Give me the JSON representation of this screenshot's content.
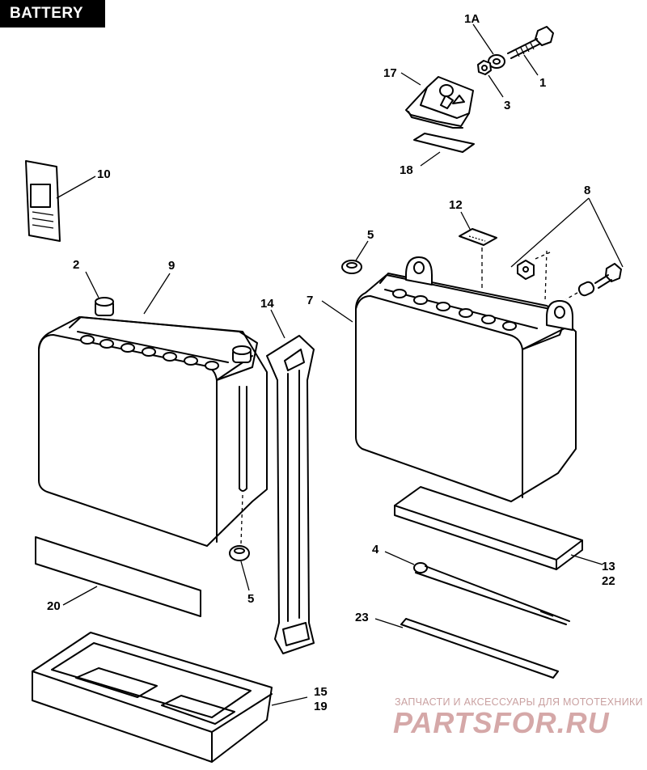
{
  "title": "BATTERY",
  "callouts": [
    {
      "id": "1A",
      "text": "1A"
    },
    {
      "id": "1",
      "text": "1"
    },
    {
      "id": "3",
      "text": "3"
    },
    {
      "id": "17",
      "text": "17"
    },
    {
      "id": "18",
      "text": "18"
    },
    {
      "id": "10",
      "text": "10"
    },
    {
      "id": "12",
      "text": "12"
    },
    {
      "id": "8",
      "text": "8"
    },
    {
      "id": "5a",
      "text": "5"
    },
    {
      "id": "2",
      "text": "2"
    },
    {
      "id": "9",
      "text": "9"
    },
    {
      "id": "14",
      "text": "14"
    },
    {
      "id": "7",
      "text": "7"
    },
    {
      "id": "5b",
      "text": "5"
    },
    {
      "id": "20",
      "text": "20"
    },
    {
      "id": "13",
      "text": "13"
    },
    {
      "id": "22",
      "text": "22"
    },
    {
      "id": "4",
      "text": "4"
    },
    {
      "id": "23",
      "text": "23"
    },
    {
      "id": "15",
      "text": "15"
    },
    {
      "id": "19",
      "text": "19"
    }
  ],
  "watermark": {
    "tagline": "ЗАПЧАСТИ И АКСЕССУАРЫ ДЛЯ МОТОТЕХНИКИ",
    "logo": "PARTSFOR.RU"
  }
}
